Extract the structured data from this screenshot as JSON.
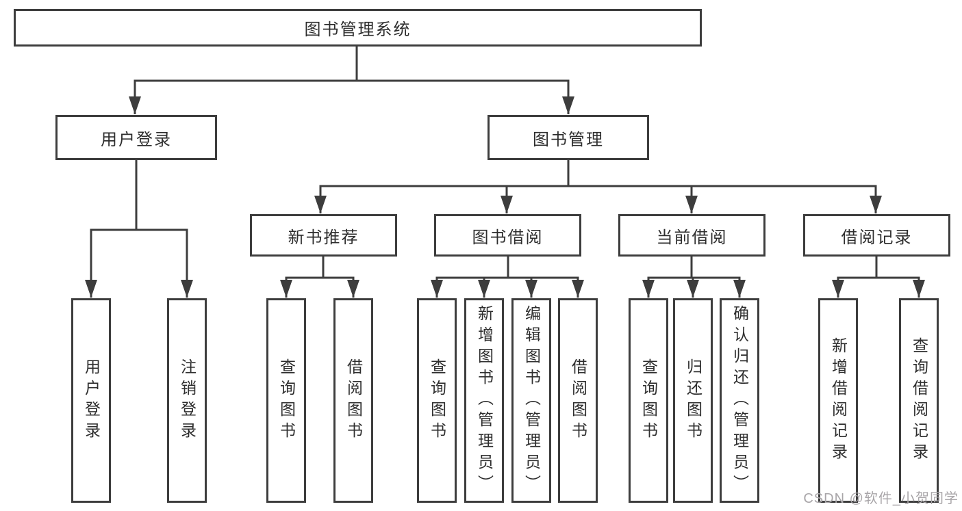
{
  "colors": {
    "line": "#3d3d3d",
    "box_border": "#3d3d3d",
    "text": "#2e2e2e",
    "background": "#ffffff",
    "watermark": "#a9a6a9"
  },
  "watermark": {
    "text": "CSDN @软件_小贺同学"
  },
  "diagram": {
    "type": "tree",
    "root": {
      "label": "图书管理系统"
    },
    "branches": [
      {
        "label": "用户登录",
        "children": [
          {
            "label": "用户登录"
          },
          {
            "label": "注销登录"
          }
        ]
      },
      {
        "label": "图书管理",
        "children": [
          {
            "label": "新书推荐",
            "children": [
              {
                "label": "查询图书"
              },
              {
                "label": "借阅图书"
              }
            ]
          },
          {
            "label": "图书借阅",
            "children": [
              {
                "label": "查询图书"
              },
              {
                "label": "新增图书（管理员）"
              },
              {
                "label": "编辑图书（管理员）"
              },
              {
                "label": "借阅图书"
              }
            ]
          },
          {
            "label": "当前借阅",
            "children": [
              {
                "label": "查询图书"
              },
              {
                "label": "归还图书"
              },
              {
                "label": "确认归还（管理员）"
              }
            ]
          },
          {
            "label": "借阅记录",
            "children": [
              {
                "label": "新增借阅记录"
              },
              {
                "label": "查询借阅记录"
              }
            ]
          }
        ]
      }
    ]
  }
}
